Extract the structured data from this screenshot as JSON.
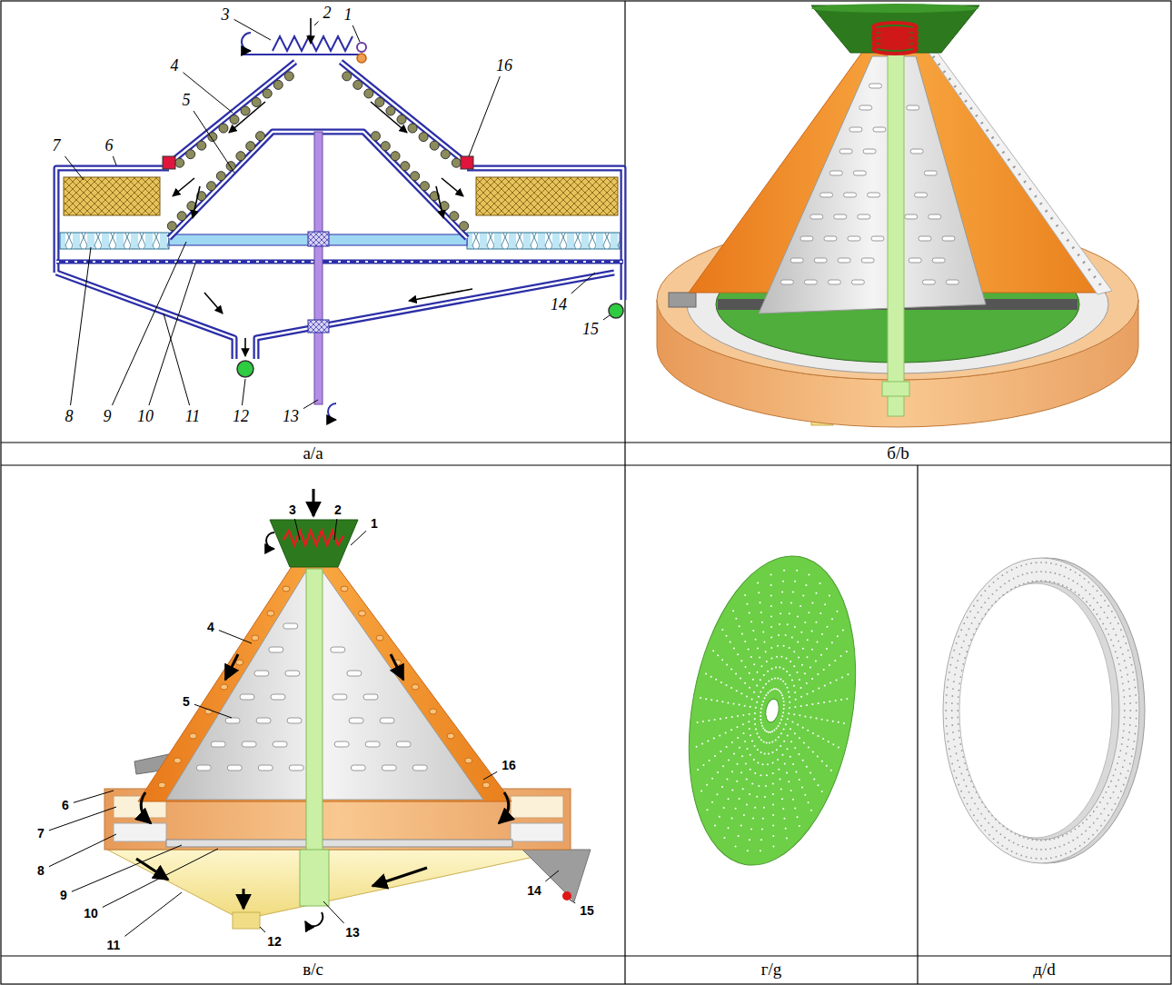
{
  "diagram": {
    "nodes": [
      {
        "text": [
          "а/a"
        ]
      },
      {
        "text": [
          "б/b"
        ]
      },
      {
        "text": [
          "в/c"
        ]
      },
      {
        "text": [
          "г/g"
        ]
      },
      {
        "text": [
          "д/d"
        ]
      }
    ],
    "labels": [
      "1",
      "2",
      "3",
      "4",
      "5",
      "6",
      "7",
      "8",
      "9",
      "10",
      "11",
      "12",
      "13",
      "14",
      "15",
      "16",
      "1",
      "2",
      "3",
      "4",
      "5",
      "6",
      "7",
      "8",
      "9",
      "10",
      "11",
      "12",
      "13",
      "14",
      "15",
      "16"
    ]
  }
}
